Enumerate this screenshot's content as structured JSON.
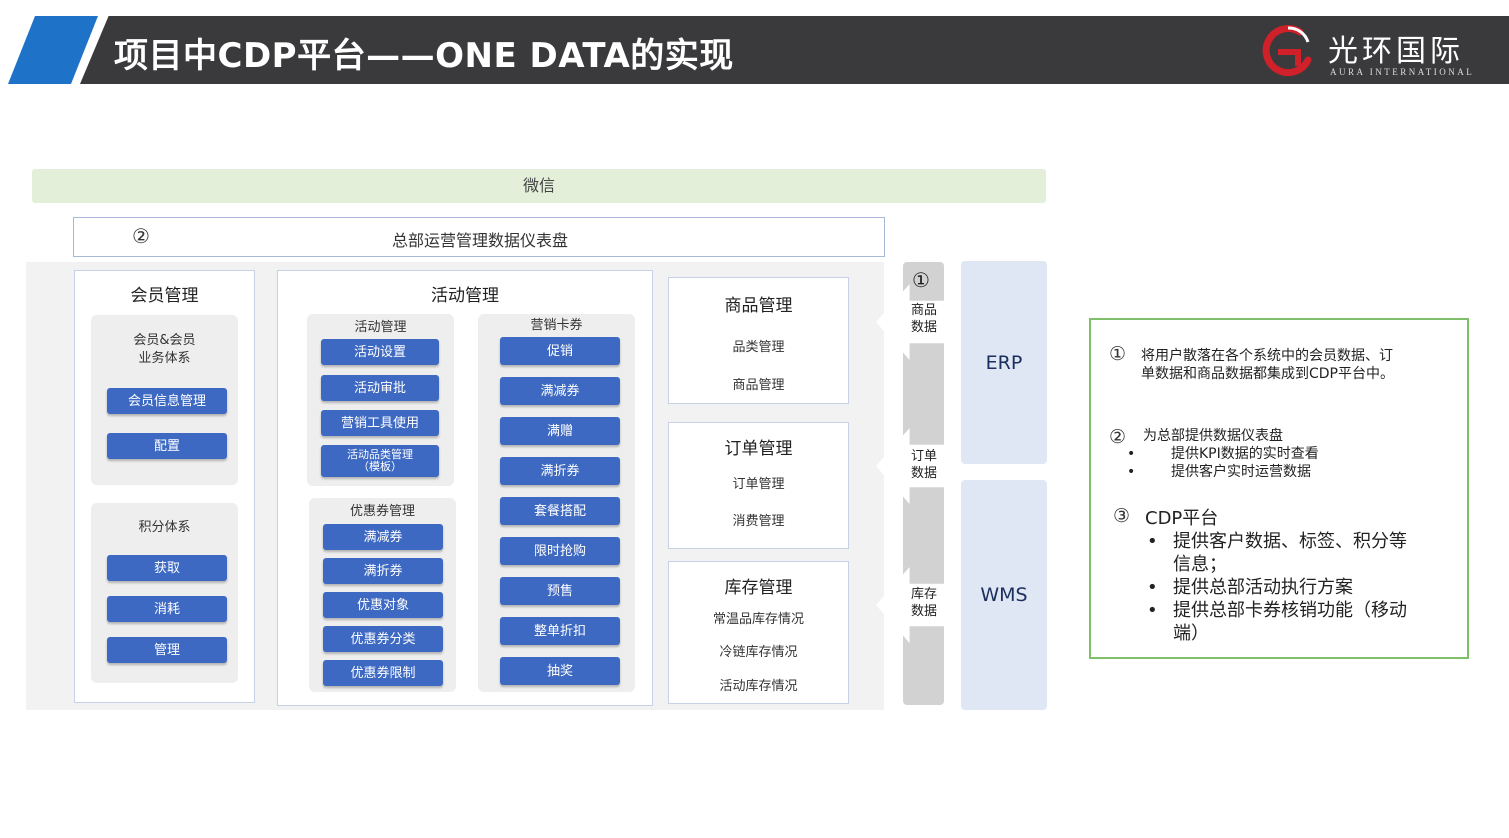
{
  "header": {
    "title": "项目中CDP平台——ONE DATA的实现",
    "logo_cn": "光环国际",
    "logo_en": "AURA INTERNATIONAL"
  },
  "wechat": {
    "label": "微信"
  },
  "dashboard": {
    "num": "②",
    "label": "总部运营管理数据仪表盘"
  },
  "member": {
    "title": "会员管理",
    "group1": {
      "title_line1": "会员&会员",
      "title_line2": "业务体系",
      "buttons": [
        "会员信息管理",
        "配置"
      ]
    },
    "group2": {
      "title": "积分体系",
      "buttons": [
        "获取",
        "消耗",
        "管理"
      ]
    }
  },
  "activity": {
    "title": "活动管理",
    "group1": {
      "title": "活动管理",
      "buttons": [
        "活动设置",
        "活动审批",
        "营销工具使用"
      ],
      "last_line1": "活动品类管理",
      "last_line2": "（模板）"
    },
    "group2": {
      "title": "优惠券管理",
      "buttons": [
        "满减券",
        "满折券",
        "优惠对象",
        "优惠券分类",
        "优惠券限制"
      ]
    },
    "group3": {
      "title": "营销卡券",
      "buttons": [
        "促销",
        "满减券",
        "满赠",
        "满折券",
        "套餐搭配",
        "限时抢购",
        "预售",
        "整单折扣",
        "抽奖"
      ]
    }
  },
  "goods": {
    "title": "商品管理",
    "items": [
      "品类管理",
      "商品管理"
    ]
  },
  "orders": {
    "title": "订单管理",
    "items": [
      "订单管理",
      "消费管理"
    ]
  },
  "inventory": {
    "title": "库存管理",
    "items": [
      "常温品库存情况",
      "冷链库存情况",
      "活动库存情况"
    ]
  },
  "integration": {
    "num": "①",
    "labels": [
      {
        "l1": "商品",
        "l2": "数据"
      },
      {
        "l1": "订单",
        "l2": "数据"
      },
      {
        "l1": "库存",
        "l2": "数据"
      }
    ]
  },
  "systems": {
    "erp": "ERP",
    "wms": "WMS"
  },
  "info": {
    "p1": {
      "num": "①",
      "line1": "将用户散落在各个系统中的会员数据、订",
      "line2": "单数据和商品数据都集成到CDP平台中。"
    },
    "p2": {
      "num": "②",
      "title": "为总部提供数据仪表盘",
      "bullets": [
        "提供KPI数据的实时查看",
        "提供客户实时运营数据"
      ]
    },
    "p3": {
      "num": "③",
      "title": "CDP平台",
      "b1_l1": "提供客户数据、标签、积分等",
      "b1_l2": "信息；",
      "b2": "提供总部活动执行方案",
      "b3_l1": "提供总部卡券核销功能（移动",
      "b3_l2": "端）"
    }
  },
  "colors": {
    "header_dark": "#3a3a3c",
    "header_accent": "#1e73c8",
    "button_blue": "#3d69c3",
    "wechat_green": "#e3efd9",
    "info_border": "#7fbf6a"
  }
}
